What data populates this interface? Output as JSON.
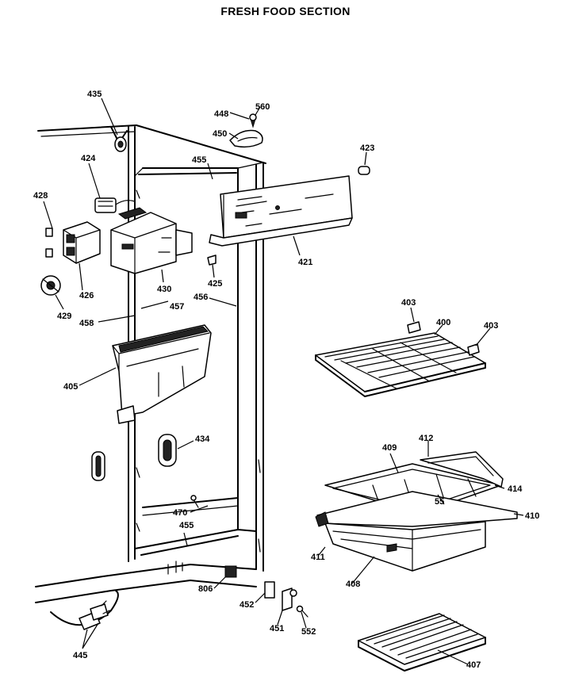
{
  "title": "FRESH FOOD SECTION",
  "part_labels": {
    "p435": "435",
    "p448": "448",
    "p560": "560",
    "p450": "450",
    "p423": "423",
    "p424": "424",
    "p455a": "455",
    "p428": "428",
    "p426": "426",
    "p430": "430",
    "p425": "425",
    "p421": "421",
    "p429": "429",
    "p456": "456",
    "p457": "457",
    "p458": "458",
    "p405": "405",
    "p403a": "403",
    "p400": "400",
    "p403b": "403",
    "p434": "434",
    "p409": "409",
    "p412": "412",
    "p414": "414",
    "p55": "55",
    "p410": "410",
    "p470": "470",
    "p455b": "455",
    "p411": "411",
    "p408": "408",
    "p806": "806",
    "p452": "452",
    "p451": "451",
    "p552": "552",
    "p445": "445",
    "p407": "407"
  }
}
